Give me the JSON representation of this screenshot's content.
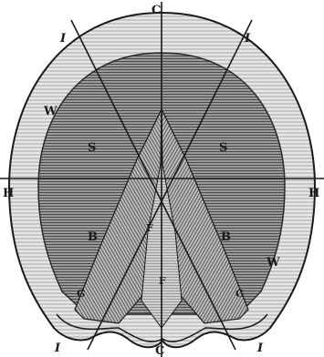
{
  "figure": {
    "labels": {
      "top_center": "C",
      "bottom_center": "C",
      "left_middle": "H",
      "right_middle": "H",
      "top_left_line": "I",
      "top_right_line": "I",
      "bottom_left_line": "I",
      "bottom_right_line": "I",
      "wall_left": "W",
      "wall_right": "W",
      "sole_left": "S",
      "sole_right": "S",
      "bar_left": "B",
      "bar_right": "B",
      "frog_upper": "F",
      "frog_lower": "F",
      "heel_left": "G",
      "heel_right": "G"
    },
    "colors": {
      "ink": "#1a1a1a",
      "paper": "#ffffff",
      "wall": "#d9d9d9",
      "sole": "#8c8c8c",
      "frog": "#b3b3b3"
    }
  }
}
